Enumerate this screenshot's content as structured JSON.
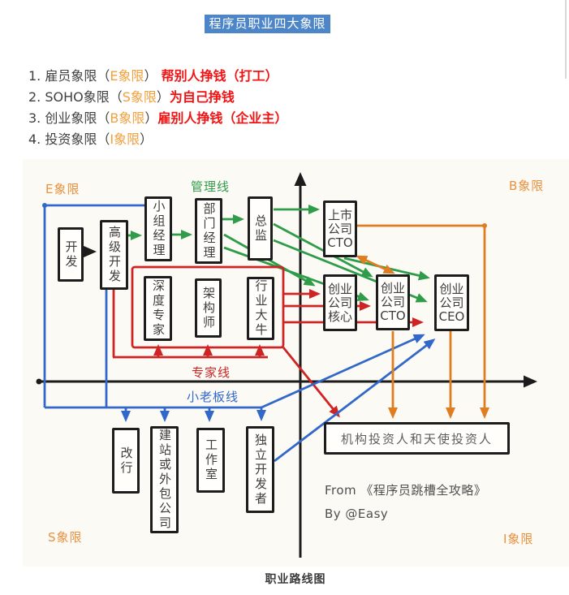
{
  "title": "程序员职业四大象限",
  "legend": {
    "items": [
      {
        "prefix": "1. 雇员象限（",
        "quadrant": "E象限",
        "suffix": "） ",
        "note": "帮别人挣钱（打工）"
      },
      {
        "prefix": "2. SOHO象限（",
        "quadrant": "S象限",
        "suffix": "）",
        "note": "为自己挣钱"
      },
      {
        "prefix": "3. 创业象限（",
        "quadrant": "B象限",
        "suffix": "）",
        "note": "雇别人挣钱（企业主）"
      },
      {
        "prefix": "4. 投资象限（",
        "quadrant": "I象限",
        "suffix": "）",
        "note": ""
      }
    ]
  },
  "diagram": {
    "quadrant_labels": {
      "e": "E象限",
      "b": "B象限",
      "s": "S象限",
      "i": "I象限"
    },
    "line_labels": {
      "management": "管理线",
      "expert": "专家线",
      "small_boss": "小老板线"
    },
    "boxes": [
      {
        "id": "developer",
        "label": "开发"
      },
      {
        "id": "senior-developer",
        "label": "高级开发"
      },
      {
        "id": "team-leader",
        "label": "小组经理"
      },
      {
        "id": "department-manager",
        "label": "部门经理"
      },
      {
        "id": "director",
        "label": "总监"
      },
      {
        "id": "listed-company-cto",
        "label": "上市公司CTO"
      },
      {
        "id": "deep-expert",
        "label": "深度专家"
      },
      {
        "id": "architect",
        "label": "架构师"
      },
      {
        "id": "industry-guru",
        "label": "行业大牛"
      },
      {
        "id": "startup-core",
        "label": "创业公司核心"
      },
      {
        "id": "startup-cto",
        "label": "创业公司CTO"
      },
      {
        "id": "startup-ceo",
        "label": "创业公司CEO"
      },
      {
        "id": "change-career",
        "label": "改行"
      },
      {
        "id": "website-outsourcing",
        "label": "建站或外包公司"
      },
      {
        "id": "studio",
        "label": "工作室"
      },
      {
        "id": "indie-developer",
        "label": "独立开发者"
      },
      {
        "id": "investors",
        "label": "机构投资人和天使投资人"
      }
    ],
    "credit_line1": "From 《程序员跳槽全攻略》",
    "credit_line2": "By @Easy",
    "caption": "职业路线图"
  },
  "colors": {
    "title_bg": "#4d86c8",
    "quadrant_orange": "#f2a03c",
    "note_red": "#f21414",
    "management_green": "#2e9c49",
    "expert_red": "#ce2424",
    "small_boss_blue": "#3168c9",
    "investor_orange": "#df7d20",
    "axis_black": "#1c1c1c"
  }
}
